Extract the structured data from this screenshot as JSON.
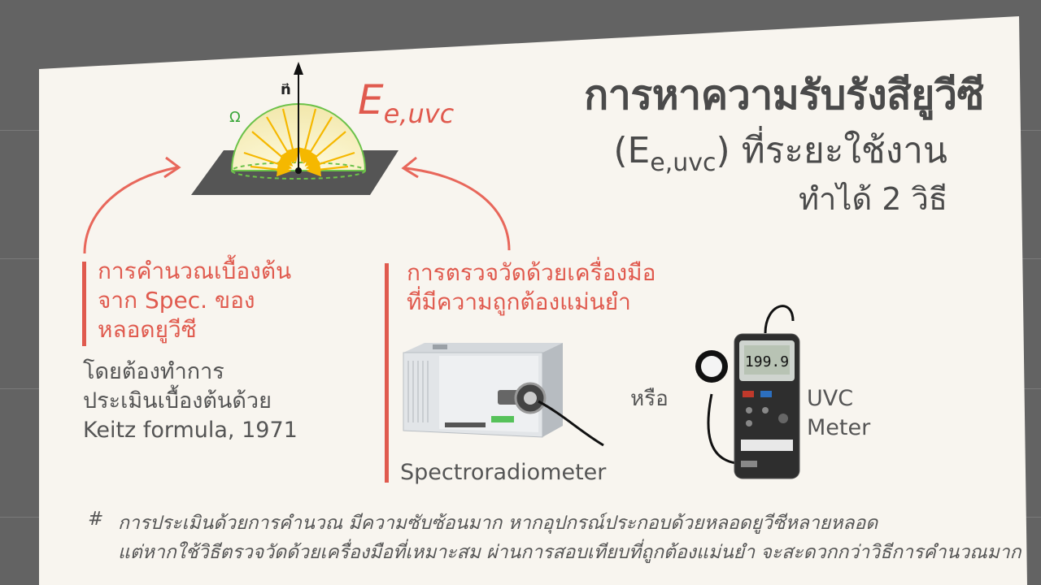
{
  "title": {
    "line1": "การหาความรับรังสียูวีซี",
    "line2_open": "(E",
    "line2_sub": "e,uvc",
    "line2_rest": ") ที่ระยะใช้งาน",
    "line3": "ทำได้ 2 วิธี"
  },
  "diagram": {
    "formula_main": "E",
    "formula_sub": "e,uvc",
    "omega_label": "Ω",
    "normal_label": "n⃗",
    "colors": {
      "dome": "#f5eec0",
      "dome_edge": "#6cc24a",
      "rays": "#f5b800",
      "plate": "#555555",
      "accent": "#e05a4e"
    }
  },
  "method1": {
    "heading_lines": [
      "การคำนวณเบื้องต้น",
      "จาก Spec. ของ",
      "หลอดยูวีซี"
    ],
    "desc_lines": [
      "โดยต้องทำการ",
      "ประเมินเบื้องต้นด้วย",
      "Keitz formula, 1971"
    ]
  },
  "method2": {
    "heading_lines": [
      "การตรวจวัดด้วยเครื่องมือ",
      "ที่มีความถูกต้องแม่นยำ"
    ],
    "device1_label": "Spectroradiometer",
    "or_label": "หรือ",
    "device2_label_lines": [
      "UVC",
      "Meter"
    ],
    "meter_display": "199.9"
  },
  "note": {
    "symbol": "#",
    "lines": [
      "การประเมินด้วยการคำนวณ มีความซับซ้อนมาก หากอุปกรณ์ประกอบด้วยหลอดยูวีซีหลายหลอด",
      "แต่หากใช้วิธีตรวจวัดด้วยเครื่องมือที่เหมาะสม ผ่านการสอบเทียบที่ถูกต้องแม่นยำ จะสะดวกกว่าวิธีการคำนวณมาก"
    ]
  }
}
